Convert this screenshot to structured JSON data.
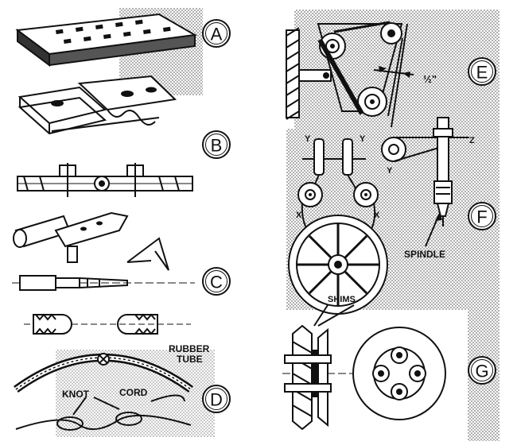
{
  "badges": [
    "A",
    "B",
    "C",
    "D",
    "E",
    "F",
    "G"
  ],
  "labels": {
    "rubber_tube_line1": "RUBBER",
    "rubber_tube_line2": "TUBE",
    "knot": "KNOT",
    "cord": "CORD",
    "half": "½\"",
    "y1": "Y",
    "y2": "Y",
    "y3": "Y",
    "x1": "X",
    "x2": "X",
    "z": "Z",
    "spindle": "SPINDLE",
    "shims": "SHIMS"
  },
  "colors": {
    "ink": "#111111",
    "screen": "#d9d9d9"
  }
}
